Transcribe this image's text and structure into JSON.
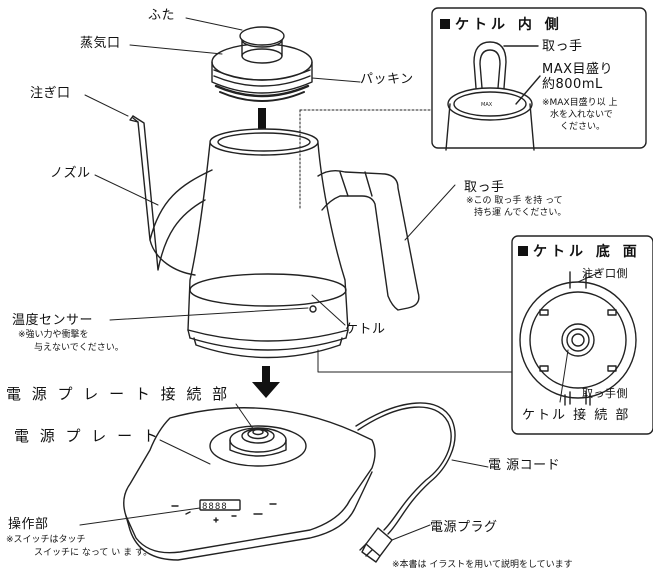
{
  "labels": {
    "lid": "ふた",
    "steam_vent": "蒸気口",
    "gasket": "パッキン",
    "spout": "注ぎ口",
    "nozzle": "ノズル",
    "handle": "取っ手",
    "handle_note_1": "※この 取っ手 を持 って",
    "handle_note_2": "持ち運 んでください。",
    "temp_sensor": "温度センサー",
    "temp_note_1": "※強い力や衝撃を",
    "temp_note_2": "与えないでください。",
    "kettle": "ケトル",
    "base_connector": "電 源 プ レ ー ト 接 続 部",
    "power_plate": "電 源 プ レ ー ト",
    "power_cord": "電 源コード",
    "control_panel": "操作部",
    "control_note_1": "※スイッチはタッチ",
    "control_note_2": "スイッチに なって い ま す。",
    "power_plug": "電源プラグ",
    "footnote": "※本書は イラストを用いて説明をしています"
  },
  "inside_box": {
    "title": "ケトル 内 側",
    "handle": "取っ手",
    "max_line_1": "MAX目盛り",
    "max_line_2": "約800mL",
    "max_mark": "MAX",
    "note_1": "※MAX目盛り以 上",
    "note_2": "水を入れないで",
    "note_3": "ください。"
  },
  "bottom_box": {
    "title": "ケトル 底 面",
    "spout_side": "注ぎ口側",
    "handle_side": "取っ手側",
    "connector": "ケトル 接 続 部"
  },
  "panel_display": "8888"
}
